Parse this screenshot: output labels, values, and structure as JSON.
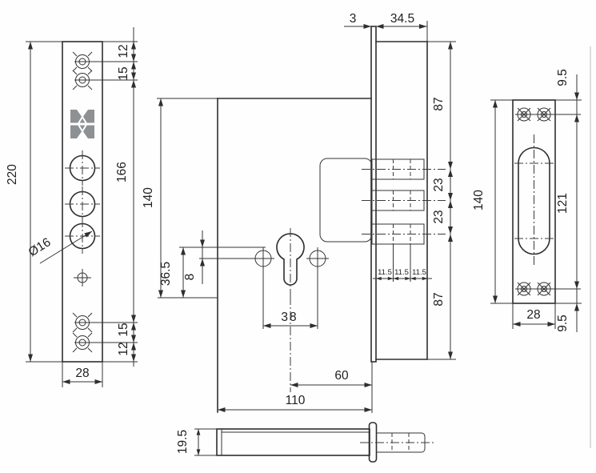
{
  "drawing": {
    "front_view": {
      "height": "220",
      "width": "28",
      "top_margin": "12",
      "screw_spacing_top": "15",
      "hole_span": "166",
      "screw_spacing_bottom": "15",
      "bottom_margin": "12",
      "hole_diameter": "Ø16"
    },
    "side_view": {
      "case_height": "140",
      "cylinder_offset": "36.5",
      "hub_gap": "8",
      "screw_span": "38",
      "backset": "60",
      "case_depth": "110",
      "faceplate_thickness": "3",
      "bolt_throw": "34.5",
      "bolt_top_margin": "87",
      "bolt_spacing_a": "23",
      "bolt_spacing_b": "23",
      "bolt_bottom_margin": "87",
      "bolt_seg_a": "11.5",
      "bolt_seg_b": "11.5",
      "bolt_seg_c": "11.5"
    },
    "strike_view": {
      "height": "140",
      "screw_span": "121",
      "top_offset": "9.5",
      "bottom_offset": "9.5",
      "width": "28"
    },
    "bottom_view": {
      "case_thickness": "19.5"
    },
    "colors": {
      "line": "#2e2e2e",
      "logo_gray": "#8d9193"
    }
  }
}
